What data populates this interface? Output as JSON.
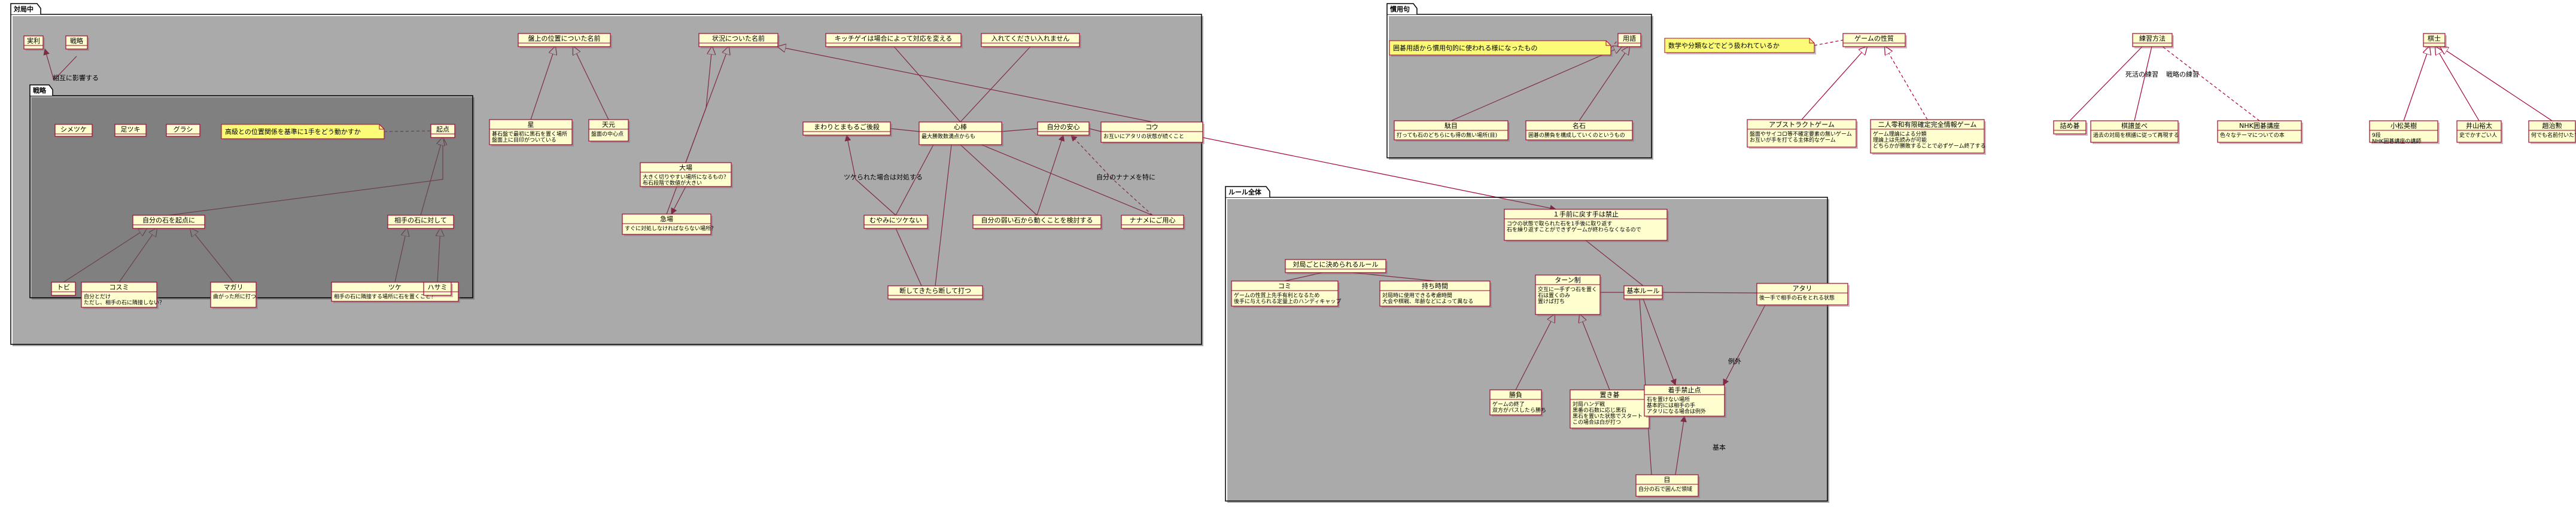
{
  "packages": [
    {
      "id": "p_taikyoku",
      "label": "対局中"
    },
    {
      "id": "p_senryaku",
      "label": "戦略"
    },
    {
      "id": "p_yougo",
      "label": "慣用句"
    },
    {
      "id": "p_rule",
      "label": "ルール全体"
    }
  ],
  "classes": [
    {
      "id": "jisshitsu",
      "title": "実利",
      "body": []
    },
    {
      "id": "senryaku_c",
      "title": "戦略",
      "body": []
    },
    {
      "id": "shimari",
      "title": "シメツケ",
      "body": []
    },
    {
      "id": "ashi",
      "title": "足ツキ",
      "body": []
    },
    {
      "id": "gurashi",
      "title": "グラシ",
      "body": []
    },
    {
      "id": "kiten",
      "title": "起点",
      "body": []
    },
    {
      "id": "jibun_kiten",
      "title": "自分の石を起点に",
      "body": []
    },
    {
      "id": "aite_taishi",
      "title": "相手の石に対して",
      "body": []
    },
    {
      "id": "tobi",
      "title": "トビ",
      "body": []
    },
    {
      "id": "kosumi",
      "title": "コスミ",
      "body": [
        "自分とだけ",
        "ただし、相手の石に隣接しない？"
      ]
    },
    {
      "id": "magari",
      "title": "マガリ",
      "body": [
        "曲がった所に打つ"
      ]
    },
    {
      "id": "tsuke",
      "title": "ツケ",
      "body": [
        "相手の石に隣接する場所に石を置くこと？"
      ]
    },
    {
      "id": "hasami",
      "title": "ハサミ",
      "body": []
    },
    {
      "id": "banjo",
      "title": "盤上の位置についた名前",
      "body": []
    },
    {
      "id": "hoshi",
      "title": "星",
      "body": [
        "碁石盤で最初に黒石を置く場所",
        "盤面上に目印がついている"
      ]
    },
    {
      "id": "tengen",
      "title": "天元",
      "body": [
        "盤面の中心点"
      ]
    },
    {
      "id": "jokyo",
      "title": "状況についた名前",
      "body": []
    },
    {
      "id": "taiba",
      "title": "大場",
      "body": [
        "大きく切りやすい場所になるもの？",
        "布石段階で数値が大きい"
      ]
    },
    {
      "id": "kyusho",
      "title": "急場",
      "body": [
        "すぐに対処しなければならない場所？"
      ]
    },
    {
      "id": "kikashi",
      "title": "キッチゲイは場合によって対応を変える",
      "body": []
    },
    {
      "id": "irete",
      "title": "入れてください入れません",
      "body": []
    },
    {
      "id": "mawari",
      "title": "まわりとまもるご後殺",
      "body": []
    },
    {
      "id": "shinpo",
      "title": "心棒",
      "body": [
        "最大勝敗数満点からも"
      ]
    },
    {
      "id": "jibun_anshin",
      "title": "自分の安心",
      "body": []
    },
    {
      "id": "kou",
      "title": "コウ",
      "body": [
        "お互いにアタリの状態が続くこと"
      ]
    },
    {
      "id": "muyami",
      "title": "むやみにツケない",
      "body": []
    },
    {
      "id": "jibun_yowai",
      "title": "自分の弱い石から動くことを検討する",
      "body": []
    },
    {
      "id": "naname",
      "title": "ナナメにご用心",
      "body": []
    },
    {
      "id": "tsumaru",
      "title": "断してきたら断して打つ",
      "body": []
    },
    {
      "id": "yougo_c",
      "title": "用語",
      "body": []
    },
    {
      "id": "bukyo",
      "title": "駄目",
      "body": [
        "打っても石のどちらにも得の無い場所(目)"
      ]
    },
    {
      "id": "meigen",
      "title": "名石",
      "body": [
        "囲碁の勝負を構成していくのというもの"
      ]
    },
    {
      "id": "game_tokucho",
      "title": "ゲームの性質",
      "body": []
    },
    {
      "id": "abstract",
      "title": "アブストラクトゲーム",
      "body": [
        "盤面やサイコロ等不確定要素の無いゲーム",
        "お互いが手を打てる主体的なゲーム"
      ]
    },
    {
      "id": "niningo",
      "title": "二人零和有限確定完全情報ゲーム",
      "body": [
        "ゲーム理論による分類",
        "理論上は先読みが可能",
        "どちらかが勝敗することで必ずゲーム終了する"
      ]
    },
    {
      "id": "renshu",
      "title": "練習方法",
      "body": []
    },
    {
      "id": "tsumego",
      "title": "詰め碁",
      "body": []
    },
    {
      "id": "kifu",
      "title": "棋譜並べ",
      "body": [
        "過去の対局を棋譜に従って再現する"
      ]
    },
    {
      "id": "nhk",
      "title": "NHK囲碁講座",
      "body": [
        "色々なテーマについての本"
      ]
    },
    {
      "id": "kishi",
      "title": "棋士",
      "body": []
    },
    {
      "id": "kobayashi",
      "title": "小松英樹",
      "body": [
        "9段",
        "NHK囲碁講座の講師"
      ]
    },
    {
      "id": "inoyama",
      "title": "井山裕太",
      "body": [
        "史でかすごい人"
      ]
    },
    {
      "id": "kobayashi2",
      "title": "趙治勲",
      "body": [
        "何でも名前付いたすごい人"
      ]
    },
    {
      "id": "kinshu",
      "title": "１手前に戻す手は禁止",
      "body": [
        "コウの状態で取られた石を1手後に取り返す",
        "石を繰り返すことができずゲームが終わらなくなるので"
      ]
    },
    {
      "id": "taikyoku_rule",
      "title": "対局ごとに決められるルール",
      "body": []
    },
    {
      "id": "komi",
      "title": "コミ",
      "body": [
        "ゲームの性質上先手有利となるため",
        "後手に与えられる定量上のハンディキャップ"
      ]
    },
    {
      "id": "mochijikan",
      "title": "持ち時間",
      "body": [
        "対局時に使用できる考慮時間",
        "大会や棋戦、年齢などによって異なる"
      ]
    },
    {
      "id": "turn",
      "title": "ターン制",
      "body": [
        "交互に一手ずつ石を置く",
        "石は置くのみ",
        "置けば打ち"
      ]
    },
    {
      "id": "kihon_rule",
      "title": "基本ルール",
      "body": []
    },
    {
      "id": "atari",
      "title": "アタリ",
      "body": [
        "後一手で相手の石をとれる状態"
      ]
    },
    {
      "id": "shisho",
      "title": "勝負",
      "body": [
        "ゲームの終了",
        "双方がパスしたら勝ち"
      ]
    },
    {
      "id": "okiishi",
      "title": "置き碁",
      "body": [
        "対局ハンデ戦",
        "黒番の石数に応じ黒石",
        "黒石を置いた状態でスタート",
        "この場合は白が打つ"
      ]
    },
    {
      "id": "chakushu",
      "title": "着手禁止点",
      "body": [
        "石を置けない場所",
        "基本的には相手の手",
        "アタリになる場合は例外"
      ]
    },
    {
      "id": "me",
      "title": "目",
      "body": [
        "自分の石で囲んだ領域"
      ]
    }
  ],
  "notes": [
    {
      "id": "n1",
      "text": "高級との位置関係を基準に1手をどう動かすか"
    },
    {
      "id": "n2",
      "text": "囲碁用語から慣用句的に使われる様になったもの"
    },
    {
      "id": "n3",
      "text": "数学や分類などでどう扱われているか"
    }
  ],
  "edge_labels": [
    {
      "id": "el1",
      "text": "相互に影響する"
    },
    {
      "id": "el2",
      "text": "ツケられた場合は対処する"
    },
    {
      "id": "el3",
      "text": "自分のナナメを特に"
    },
    {
      "id": "el4",
      "text": "死活の練習"
    },
    {
      "id": "el5",
      "text": "戦略の練習"
    },
    {
      "id": "el6",
      "text": "例外"
    },
    {
      "id": "el7",
      "text": "基本"
    }
  ],
  "colors": {
    "class_fill": "#FEFECE",
    "class_stroke": "#A80036",
    "note_fill": "#FBFB77",
    "edge": "#A80036",
    "package_stroke": "#000000"
  }
}
